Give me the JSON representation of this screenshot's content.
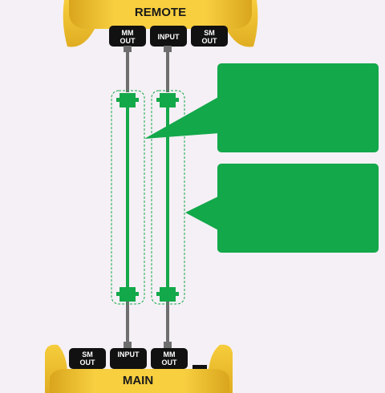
{
  "remote": {
    "title": "REMOTE",
    "ports": [
      "MM\nOUT",
      "INPUT",
      "SM\nOUT"
    ]
  },
  "main": {
    "title": "MAIN",
    "ports": [
      "SM\nOUT",
      "INPUT",
      "MM\nOUT"
    ]
  },
  "callouts": [
    {
      "text": ""
    },
    {
      "text": ""
    }
  ],
  "colors": {
    "background": "#f5f0f5",
    "housing_yellow": "#f2c12e",
    "housing_dark": "#d4a11a",
    "port": "#111111",
    "cable_grey": "#6e6e6e",
    "fiber_green": "#13a84a",
    "callout_green": "#13a84a"
  }
}
